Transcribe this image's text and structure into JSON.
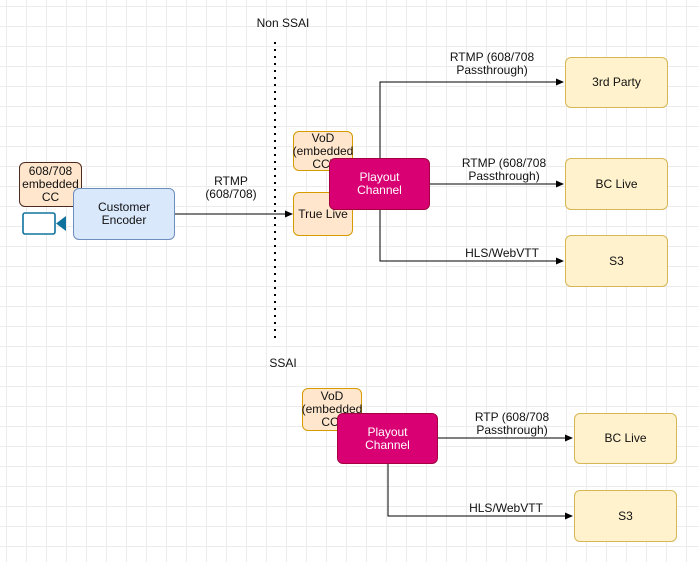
{
  "sections": {
    "non_ssai_label": "Non SSAI",
    "ssai_label": "SSAI"
  },
  "source": {
    "cc_label": "608/708\nembedded\nCC",
    "encoder_label": "Customer Encoder",
    "rtmp_label": "RTMP\n(608/708)",
    "camera_icon": "video-camera-icon"
  },
  "non_ssai": {
    "vod_label": "VoD\n(embedded\nCC)",
    "true_live_label": "True Live",
    "playout_label": "Playout\nChannel",
    "third_party_label": "3rd Party",
    "bc_live_label": "BC Live",
    "s3_label": "S3",
    "edge_third_party": "RTMP (608/708\nPassthrough)",
    "edge_bc_live": "RTMP (608/708\nPassthrough)",
    "edge_s3": "HLS/WebVTT"
  },
  "ssai": {
    "vod_label": "VoD\n(embedded\nCC)",
    "playout_label": "Playout\nChannel",
    "bc_live_label": "BC Live",
    "s3_label": "S3",
    "edge_bc_live": "RTP (608/708\nPassthrough)",
    "edge_s3": "HLS/WebVTT"
  },
  "colors": {
    "playout_fill": "#d80073",
    "output_fill": "#fff2cc",
    "cc_fill": "#ffe6cc",
    "encoder_fill": "#dae8fc",
    "camera_stroke": "#10739e"
  }
}
